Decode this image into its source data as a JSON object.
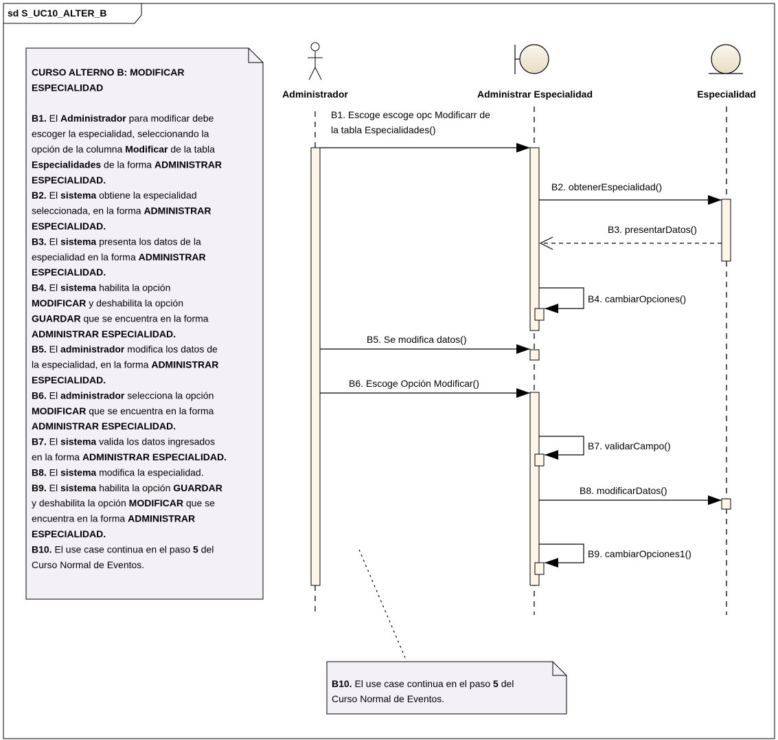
{
  "frame": {
    "title": "sd S_UC10_ALTER_B"
  },
  "lifelines": [
    {
      "id": "admin",
      "name": "Administrador",
      "kind": "actor"
    },
    {
      "id": "boundary",
      "name": "Administrar Especialidad",
      "kind": "boundary"
    },
    {
      "id": "entity",
      "name": "Especialidad",
      "kind": "entity"
    }
  ],
  "messages": [
    {
      "id": "b1",
      "lines": [
        "B1. Escoge escoge opc Modificarr de",
        "la tabla Especialidades()"
      ],
      "from": "admin",
      "to": "boundary",
      "kind": "sync"
    },
    {
      "id": "b2",
      "lines": [
        "B2. obtenerEspecialidad()"
      ],
      "from": "boundary",
      "to": "entity",
      "kind": "sync"
    },
    {
      "id": "b3",
      "lines": [
        "B3. presentarDatos()"
      ],
      "from": "entity",
      "to": "boundary",
      "kind": "return"
    },
    {
      "id": "b4",
      "lines": [
        "B4. cambiarOpciones()"
      ],
      "from": "boundary",
      "to": "boundary",
      "kind": "self"
    },
    {
      "id": "b5",
      "lines": [
        "B5. Se modifica datos()"
      ],
      "from": "admin",
      "to": "boundary",
      "kind": "sync"
    },
    {
      "id": "b6",
      "lines": [
        "B6. Escoge Opción Modificar()"
      ],
      "from": "admin",
      "to": "boundary",
      "kind": "sync"
    },
    {
      "id": "b7",
      "lines": [
        "B7. validarCampo()"
      ],
      "from": "boundary",
      "to": "boundary",
      "kind": "self"
    },
    {
      "id": "b8",
      "lines": [
        "B8. modificarDatos()"
      ],
      "from": "boundary",
      "to": "entity",
      "kind": "sync"
    },
    {
      "id": "b9",
      "lines": [
        "B9. cambiarOpciones1()"
      ],
      "from": "boundary",
      "to": "boundary",
      "kind": "self"
    }
  ],
  "note_main": {
    "lines": [
      [
        {
          "t": "CURSO ALTERNO B: MODIFICAR",
          "b": true
        }
      ],
      [
        {
          "t": "ESPECIALIDAD",
          "b": true
        }
      ],
      [],
      [
        {
          "t": "B1.",
          "b": true
        },
        {
          "t": " El "
        },
        {
          "t": "Administrador",
          "b": true
        },
        {
          "t": " para modificar debe"
        }
      ],
      [
        {
          "t": "escoger la especialidad, seleccionando la"
        }
      ],
      [
        {
          "t": "opción de la columna "
        },
        {
          "t": "Modificar",
          "b": true
        },
        {
          "t": " de la tabla"
        }
      ],
      [
        {
          "t": "Especialidades",
          "b": true
        },
        {
          "t": " de la forma "
        },
        {
          "t": "ADMINISTRAR",
          "b": true
        }
      ],
      [
        {
          "t": "ESPECIALIDAD.",
          "b": true
        }
      ],
      [
        {
          "t": "B2.",
          "b": true
        },
        {
          "t": " El "
        },
        {
          "t": "sistema",
          "b": true
        },
        {
          "t": " obtiene la especialidad"
        }
      ],
      [
        {
          "t": "seleccionada, en la forma "
        },
        {
          "t": "ADMINISTRAR",
          "b": true
        }
      ],
      [
        {
          "t": "ESPECIALIDAD.",
          "b": true
        }
      ],
      [
        {
          "t": "B3.",
          "b": true
        },
        {
          "t": " El "
        },
        {
          "t": "sistema",
          "b": true
        },
        {
          "t": " presenta los datos de la"
        }
      ],
      [
        {
          "t": "especialidad en la forma "
        },
        {
          "t": "ADMINISTRAR",
          "b": true
        }
      ],
      [
        {
          "t": "ESPECIALIDAD.",
          "b": true
        }
      ],
      [
        {
          "t": "B4.",
          "b": true
        },
        {
          "t": " El "
        },
        {
          "t": "sistema",
          "b": true
        },
        {
          "t": " habilita la opción"
        }
      ],
      [
        {
          "t": "MODIFICAR",
          "b": true
        },
        {
          "t": " y deshabilita la opción"
        }
      ],
      [
        {
          "t": "GUARDAR",
          "b": true
        },
        {
          "t": " que se encuentra en la forma"
        }
      ],
      [
        {
          "t": "ADMINISTRAR ESPECIALIDAD.",
          "b": true
        }
      ],
      [
        {
          "t": "B5.",
          "b": true
        },
        {
          "t": " El "
        },
        {
          "t": "administrador",
          "b": true
        },
        {
          "t": " modifica los datos de"
        }
      ],
      [
        {
          "t": "la especialidad, en la forma "
        },
        {
          "t": "ADMINISTRAR",
          "b": true
        }
      ],
      [
        {
          "t": "ESPECIALIDAD.",
          "b": true
        }
      ],
      [
        {
          "t": "B6.",
          "b": true
        },
        {
          "t": " El "
        },
        {
          "t": "administrador",
          "b": true
        },
        {
          "t": " selecciona la opción"
        }
      ],
      [
        {
          "t": "MODIFICAR",
          "b": true
        },
        {
          "t": " que se encuentra en la forma"
        }
      ],
      [
        {
          "t": "ADMINISTRAR ESPECIALIDAD.",
          "b": true
        }
      ],
      [
        {
          "t": "B7.",
          "b": true
        },
        {
          "t": " El "
        },
        {
          "t": "sistema",
          "b": true
        },
        {
          "t": " valida los datos ingresados"
        }
      ],
      [
        {
          "t": "en la forma "
        },
        {
          "t": "ADMINISTRAR ESPECIALIDAD.",
          "b": true
        }
      ],
      [
        {
          "t": "B8.",
          "b": true
        },
        {
          "t": " El "
        },
        {
          "t": "sistema",
          "b": true
        },
        {
          "t": " modifica la especialidad."
        }
      ],
      [
        {
          "t": "B9.",
          "b": true
        },
        {
          "t": " El "
        },
        {
          "t": "sistema",
          "b": true
        },
        {
          "t": " habilita la opción "
        },
        {
          "t": "GUARDAR",
          "b": true
        }
      ],
      [
        {
          "t": "y deshabilita la opción "
        },
        {
          "t": "MODIFICAR",
          "b": true
        },
        {
          "t": " que se"
        }
      ],
      [
        {
          "t": "encuentra en la forma "
        },
        {
          "t": "ADMINISTRAR",
          "b": true
        }
      ],
      [
        {
          "t": "ESPECIALIDAD.",
          "b": true
        }
      ],
      [
        {
          "t": "B10.",
          "b": true
        },
        {
          "t": " El use case continua en el paso "
        },
        {
          "t": "5",
          "b": true
        },
        {
          "t": " del"
        }
      ],
      [
        {
          "t": "Curso Normal de Eventos."
        }
      ]
    ]
  },
  "note_bottom": {
    "lines": [
      [
        {
          "t": "B10.",
          "b": true
        },
        {
          "t": " El use case continua en el paso "
        },
        {
          "t": "5",
          "b": true
        },
        {
          "t": " del"
        }
      ],
      [
        {
          "t": "Curso Normal de Eventos."
        }
      ]
    ]
  },
  "colors": {
    "note_fill": "#f4f1f6",
    "activation_fill": "#fdf5e8",
    "entity_fill": "#f5ecdc",
    "line": "#000000"
  }
}
